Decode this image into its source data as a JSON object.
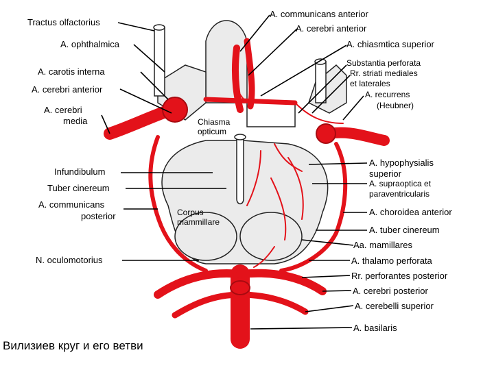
{
  "caption": "Вилизиев круг и его ветви",
  "colors": {
    "artery": "#e3121a",
    "artery_dark": "#a80a10",
    "tissue": "#ebebeb",
    "outline": "#222222"
  },
  "labels_left": {
    "tractus_olfactorius": "Tractus olfactorius",
    "a_ophthalmica": "A. ophthalmica",
    "a_carotis_interna": "A. carotis interna",
    "a_cerebri_anterior_left": "A. cerebri anterior",
    "a_cerebri_media_1": "A. cerebri",
    "a_cerebri_media_2": "media",
    "infundibulum": "Infundibulum",
    "tuber_cinereum": "Tuber cinereum",
    "a_communicans_posterior_1": "A. communicans",
    "a_communicans_posterior_2": "posterior",
    "n_oculomotorius": "N. oculomotorius"
  },
  "labels_right": {
    "a_communicans_anterior": "A. communicans anterior",
    "a_cerebri_anterior_top": "A. cerebri anterior",
    "a_chiasmatica_superior": "A. chiasmtica superior",
    "substantia_perforata": "Substantia perforata",
    "rr_striati_1": "Rr. striati mediales",
    "rr_striati_2": "et laterales",
    "a_recurrens": "A. recurrens",
    "heubner": "(Heubner)",
    "a_hypophysialis_1": "A. hypophysialis",
    "a_hypophysialis_2": "superior",
    "a_supraoptica_1": "A. supraoptica et",
    "a_supraoptica_2": "paraventricularis",
    "a_choroidea_anterior": "A. choroidea anterior",
    "a_tuber_cinereum": "A. tuber cinereum",
    "aa_mamillares": "Aa. mamillares",
    "a_thalamo_perforata": "A. thalamo perforata",
    "rr_perforantes_posterior": "Rr. perforantes posterior",
    "a_cerebri_posterior": "A. cerebri posterior",
    "a_cerebelli_superior": "A. cerebelli superior",
    "a_basilaris": "A. basilaris"
  },
  "labels_inner": {
    "chiasma_1": "Chiasma",
    "chiasma_2": "opticum",
    "corpus_1": "Corpus",
    "corpus_2": "mammillare"
  }
}
